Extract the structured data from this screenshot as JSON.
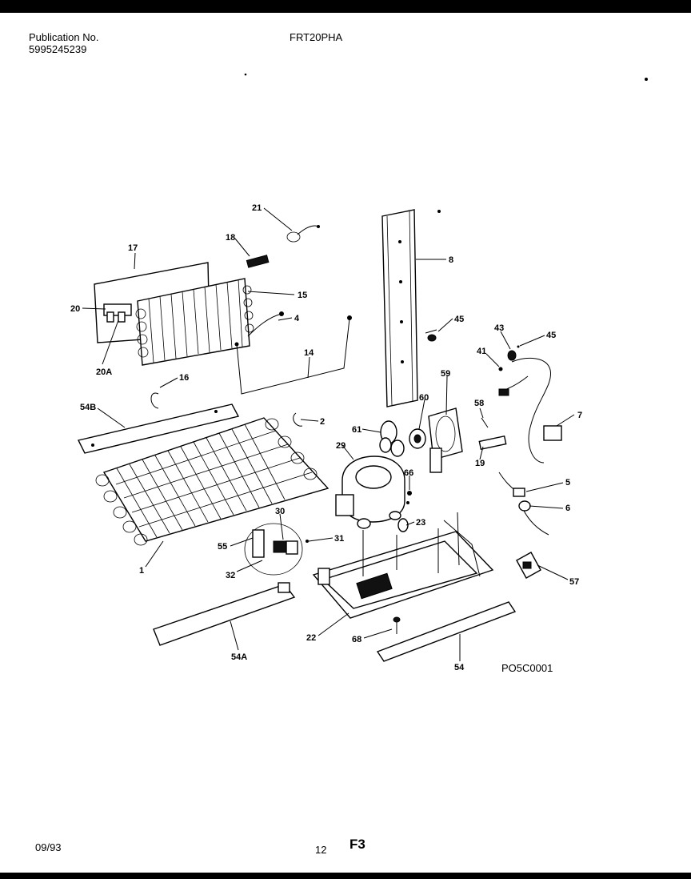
{
  "header": {
    "publication_label": "Publication No.",
    "publication_number": "5995245239",
    "model": "FRT20PHA"
  },
  "footer": {
    "date": "09/93",
    "page": "12",
    "section": "F3"
  },
  "diagram": {
    "reference_code": "PO5C0001",
    "callouts": [
      "21",
      "18",
      "17",
      "15",
      "20",
      "4",
      "14",
      "20A",
      "16",
      "54B",
      "2",
      "8",
      "45",
      "43",
      "45",
      "41",
      "7",
      "59",
      "60",
      "58",
      "61",
      "29",
      "19",
      "5",
      "66",
      "6",
      "30",
      "23",
      "55",
      "31",
      "32",
      "1",
      "57",
      "22",
      "68",
      "54A",
      "54"
    ]
  }
}
